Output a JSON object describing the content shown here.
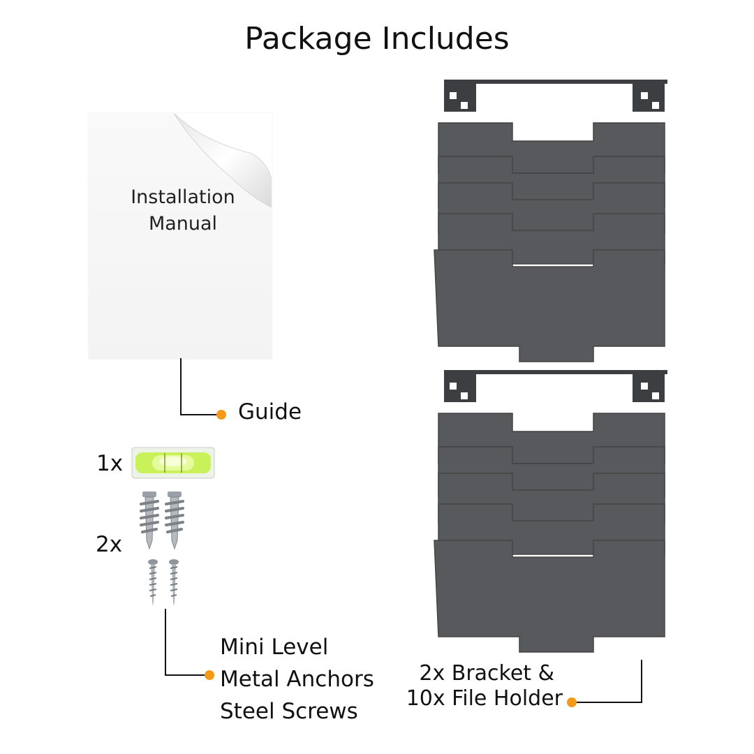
{
  "title": "Package Includes",
  "manual": {
    "line1": "Installation",
    "line2": "Manual"
  },
  "guide_label": "Guide",
  "quantities": {
    "level": "1x",
    "anchors_screws": "2x"
  },
  "accessories_labels": [
    "Mini Level",
    "Metal Anchors",
    "Steel Screws"
  ],
  "holder_labels": [
    "2x Bracket &",
    "10x File Holder"
  ],
  "colors": {
    "accent_dot": "#f39a1a",
    "holder_gray": "#5a5b5e",
    "level_green": "#b6ef3a"
  },
  "icons": [
    "document-curl-icon",
    "spirit-level-icon",
    "anchor-icon",
    "screw-icon",
    "bracket-icon",
    "file-holder-icon"
  ]
}
